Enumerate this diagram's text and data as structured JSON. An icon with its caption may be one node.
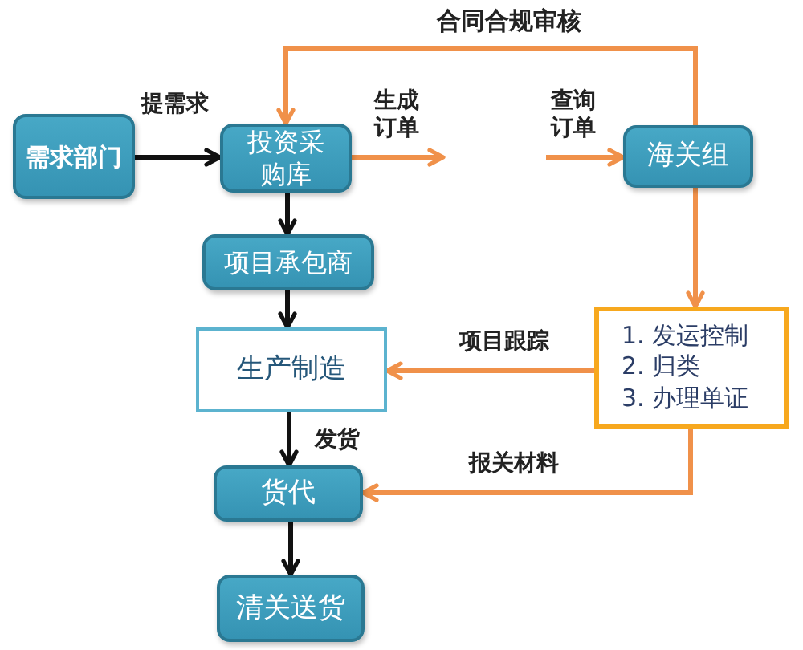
{
  "diagram": {
    "nodes": [
      {
        "text": [
          "需求部门"
        ]
      },
      {
        "text": [
          "投资采购库"
        ]
      },
      {
        "text": [
          "海关组"
        ]
      },
      {
        "text": [
          "项目承包商"
        ]
      },
      {
        "text": [
          "生产制造"
        ]
      },
      {
        "text": [
          "1. 发运控制",
          "2. 归类",
          "3. 办理单证"
        ]
      },
      {
        "text": [
          "货代"
        ]
      },
      {
        "text": [
          "清关送货"
        ]
      }
    ],
    "edges": [
      {
        "from": 0,
        "to": 1,
        "arrow": "to",
        "label": "提需求",
        "color": "#111111"
      },
      {
        "from": 1,
        "to": null,
        "arrow": "to",
        "label": "生成订单"
      },
      {
        "from": null,
        "to": 2,
        "arrow": "to",
        "label": "查询订单"
      },
      {
        "from": 2,
        "to": 1,
        "arrow": "to",
        "label": "合同合规审核"
      },
      {
        "from": 1,
        "to": 3,
        "arrow": "to",
        "color": "#111111"
      },
      {
        "from": 2,
        "to": 5,
        "arrow": "to"
      },
      {
        "from": 3,
        "to": 4,
        "arrow": "to",
        "color": "#111111"
      },
      {
        "from": 5,
        "to": 4,
        "arrow": "to",
        "label": "项目跟踪"
      },
      {
        "from": 4,
        "to": 6,
        "arrow": "to",
        "label": "发货",
        "color": "#111111"
      },
      {
        "from": 5,
        "to": 6,
        "arrow": "to",
        "label": "报关材料"
      },
      {
        "from": 6,
        "to": 7,
        "arrow": "to",
        "color": "#111111"
      }
    ]
  }
}
